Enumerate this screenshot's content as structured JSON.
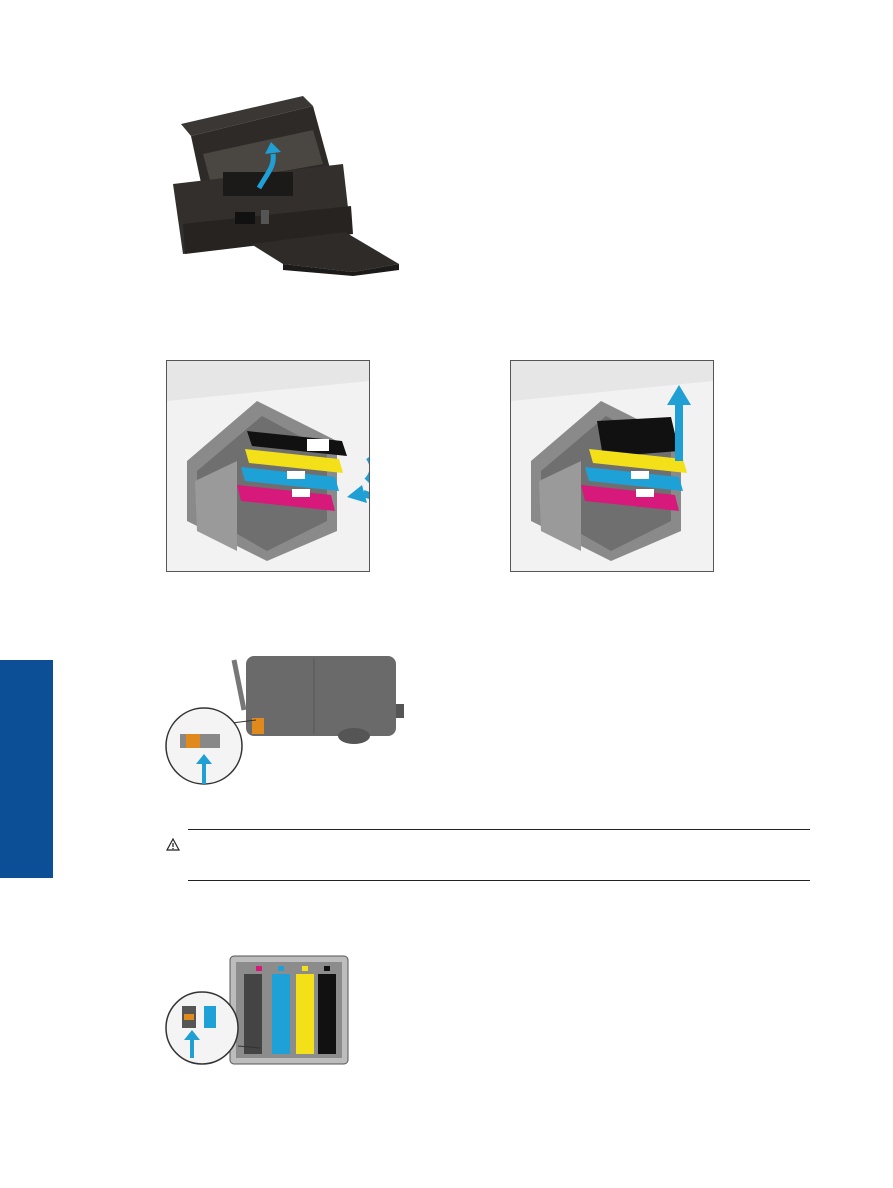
{
  "page": {
    "side_tab_color": "#0c4f96",
    "accent_colors": {
      "cyan": "#1da1d6",
      "magenta": "#d6197a",
      "yellow": "#f3e018",
      "black": "#111111",
      "arrow_blue": "#1f9fd4",
      "contact_orange": "#e08a1e"
    }
  },
  "figures": [
    {
      "id": "printer-open-lid",
      "icon": "lift-arrow-icon"
    },
    {
      "id": "cartridge-insert",
      "icon": "push-arrow-icon"
    },
    {
      "id": "cartridge-remove",
      "icon": "up-arrow-icon"
    },
    {
      "id": "cartridge-contacts",
      "icon": "pointer-arrow-icon"
    },
    {
      "id": "carriage-contacts",
      "icon": "pointer-arrow-icon"
    }
  ],
  "caution": {
    "icon": "warning-icon"
  }
}
